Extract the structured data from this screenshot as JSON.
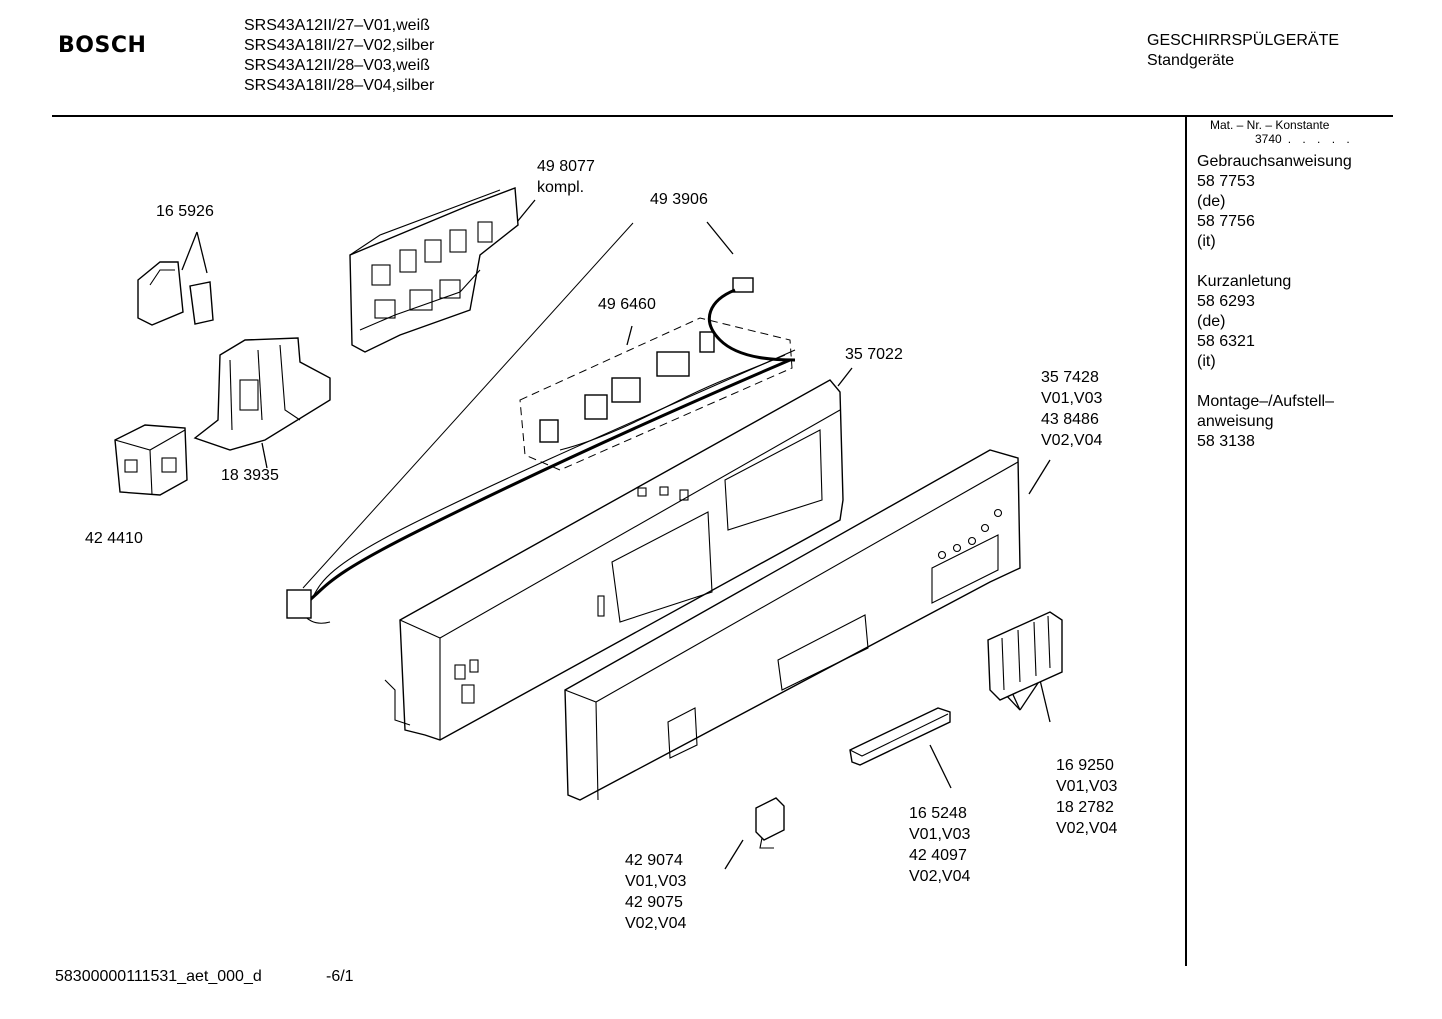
{
  "header": {
    "brand": "BOSCH",
    "models": [
      "SRS43A12II/27–V01,weiß",
      "SRS43A18II/27–V02,silber",
      "SRS43A12II/28–V03,weiß",
      "SRS43A18II/28–V04,silber"
    ],
    "category": "GESCHIRRSPÜLGERÄTE",
    "subcategory": "Standgeräte"
  },
  "sidebar": {
    "mat_label": "Mat. – Nr. – Konstante",
    "constant": "3740",
    "constant_dots": ". . . . .",
    "groups": [
      {
        "lines": [
          "Gebrauchsanweisung",
          "58 7753",
          "(de)",
          "58 7756",
          "(it)"
        ]
      },
      {
        "lines": [
          "Kurzanletung",
          "58 6293",
          "(de)",
          "58 6321",
          "(it)"
        ]
      },
      {
        "lines": [
          "Montage–/Aufstell–",
          "anweisung",
          "58 3138"
        ]
      }
    ]
  },
  "callouts": [
    {
      "id": "c-498077",
      "lines": [
        "49 8077",
        "kompl."
      ]
    },
    {
      "id": "c-165926",
      "lines": [
        "16 5926"
      ]
    },
    {
      "id": "c-493906",
      "lines": [
        "49 3906"
      ]
    },
    {
      "id": "c-496460",
      "lines": [
        "49 6460"
      ]
    },
    {
      "id": "c-357022",
      "lines": [
        "35 7022"
      ]
    },
    {
      "id": "c-357428",
      "lines": [
        "35 7428",
        "V01,V03",
        "43 8486",
        "V02,V04"
      ]
    },
    {
      "id": "c-183935",
      "lines": [
        "18 3935"
      ]
    },
    {
      "id": "c-424410",
      "lines": [
        "42 4410"
      ]
    },
    {
      "id": "c-169250",
      "lines": [
        "16 9250",
        "V01,V03",
        "18 2782",
        "V02,V04"
      ]
    },
    {
      "id": "c-165248",
      "lines": [
        "16 5248",
        "V01,V03",
        "42 4097",
        "V02,V04"
      ]
    },
    {
      "id": "c-429074",
      "lines": [
        "42 9074",
        "V01,V03",
        "42 9075",
        "V02,V04"
      ]
    }
  ],
  "footer": {
    "doc_id": "58300000111531_aet_000_d",
    "page": "-6/1"
  }
}
